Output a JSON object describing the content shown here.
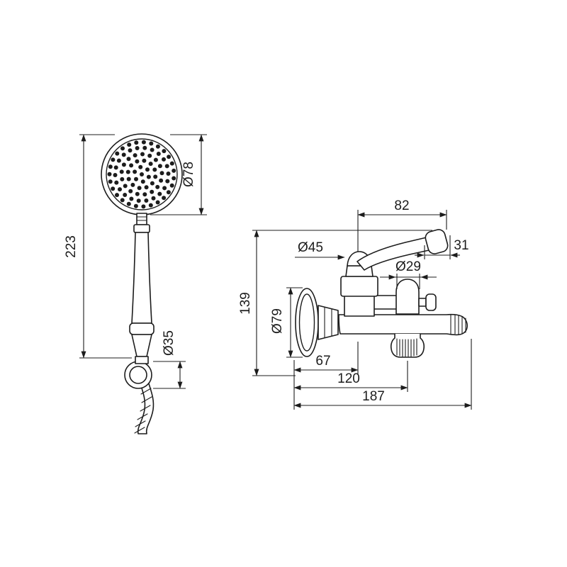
{
  "drawing": {
    "background": "#ffffff",
    "ink": "#1c1c1c",
    "handset": {
      "dims": {
        "overall_height": "223",
        "head_diameter": "Ø78",
        "holder_diameter": "Ø35"
      }
    },
    "mixer": {
      "dims": {
        "handle_length": "82",
        "handle_end_width": "31",
        "body_diameter": "Ø45",
        "diverter_cap_diameter": "Ø29",
        "overall_height": "139",
        "escutcheon_diameter": "Ø79",
        "wall_to_body": "67",
        "wall_to_diverter": "120",
        "wall_to_spout_tip": "187"
      }
    }
  }
}
